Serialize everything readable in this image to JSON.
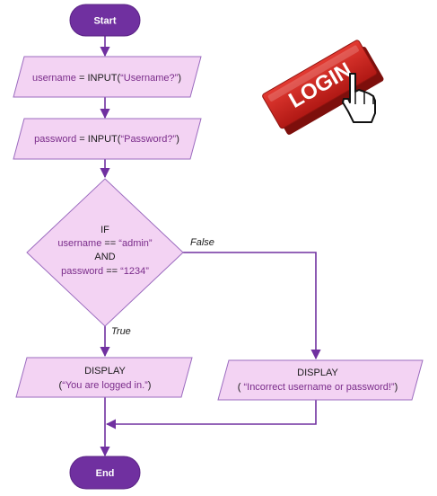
{
  "flowchart": {
    "start": "Start",
    "end": "End",
    "step_username": {
      "var": "username",
      "op": " = ",
      "fn": "INPUT(",
      "arg": "“Username?”",
      "close": ")"
    },
    "step_password": {
      "var": "password",
      "op": " = ",
      "fn": "INPUT(",
      "arg": "“Password?”",
      "close": ")"
    },
    "decision": {
      "if": "IF",
      "line1": {
        "var": "username",
        "op": " == ",
        "val": "“admin”"
      },
      "and": "AND",
      "line2": {
        "var": "password",
        "op": " == ",
        "val": "“1234”"
      }
    },
    "true_label": "True",
    "false_label": "False",
    "display_true": {
      "title": "DISPLAY",
      "open": "(",
      "msg": "“You are logged in.”",
      "close": ")"
    },
    "display_false": {
      "title": "DISPLAY",
      "open": "( ",
      "msg": "“Incorrect username or password!”",
      "close": ")"
    }
  },
  "logo": {
    "text": "LOGIN"
  },
  "colors": {
    "terminal_fill": "#7030a0",
    "box_fill": "#f3d3f3",
    "box_stroke": "#9b6bbf",
    "arrow": "#7030a0",
    "logo_red": "#c8201e"
  }
}
